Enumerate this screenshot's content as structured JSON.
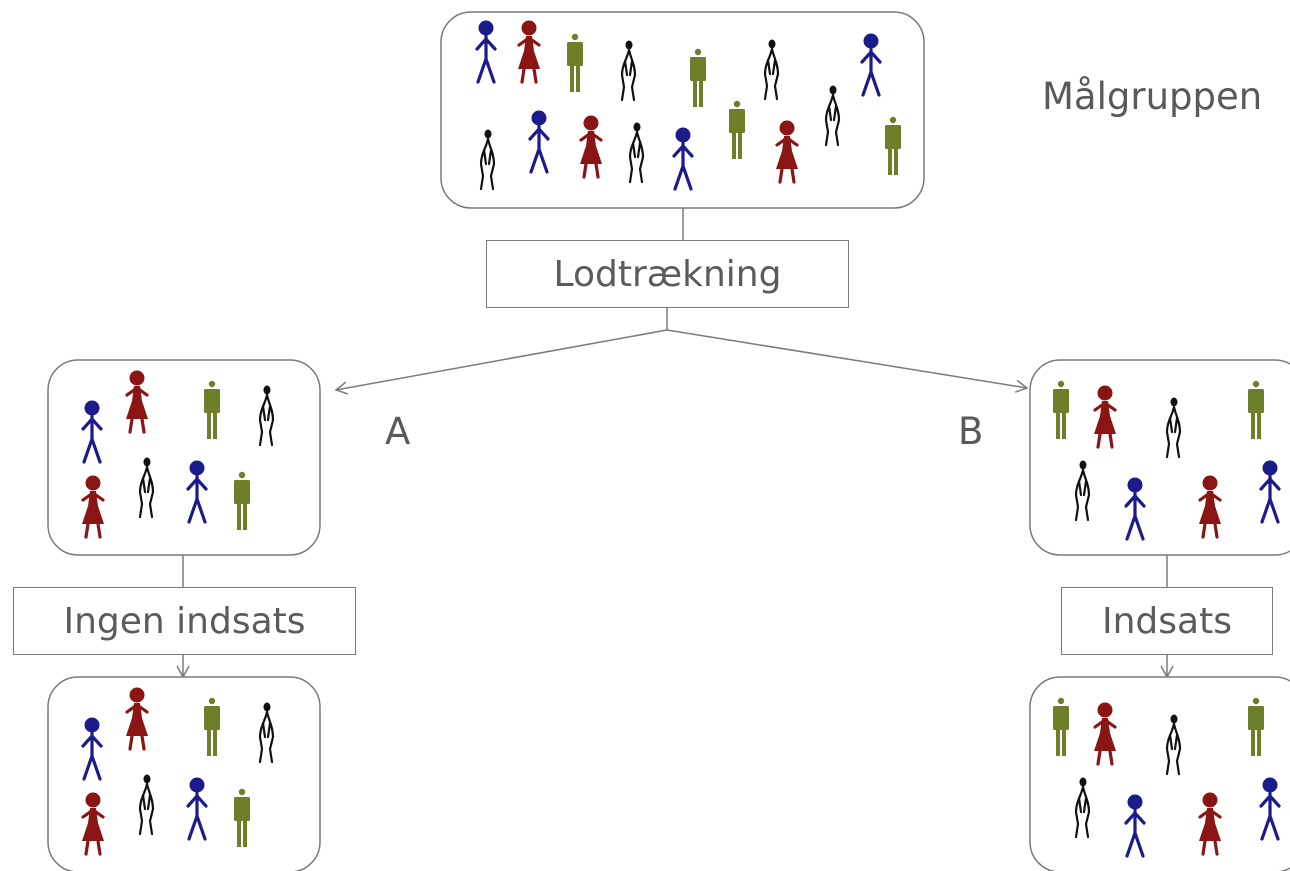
{
  "diagram": {
    "title": "Målgruppen",
    "process_labels": {
      "lottery": "Lodtrækning",
      "no_intervention": "Ingen indsats",
      "intervention": "Indsats"
    },
    "branch_labels": {
      "a": "A",
      "b": "B"
    }
  },
  "colors": {
    "blue": "#1b1b8c",
    "red": "#8b1515",
    "green": "#6e7f2a",
    "black": "#111111",
    "border": "#7a7a7a"
  },
  "figures": {
    "target_group": [
      "blue",
      "red",
      "green",
      "black",
      "green",
      "black",
      "blue",
      "black",
      "blue",
      "red",
      "black",
      "blue",
      "green",
      "red",
      "black",
      "green",
      "blue",
      "red"
    ],
    "group_a": [
      "blue",
      "red",
      "green",
      "black",
      "red",
      "black",
      "blue",
      "green"
    ],
    "group_b": [
      "green",
      "red",
      "black",
      "green",
      "black",
      "blue",
      "red",
      "blue"
    ]
  }
}
